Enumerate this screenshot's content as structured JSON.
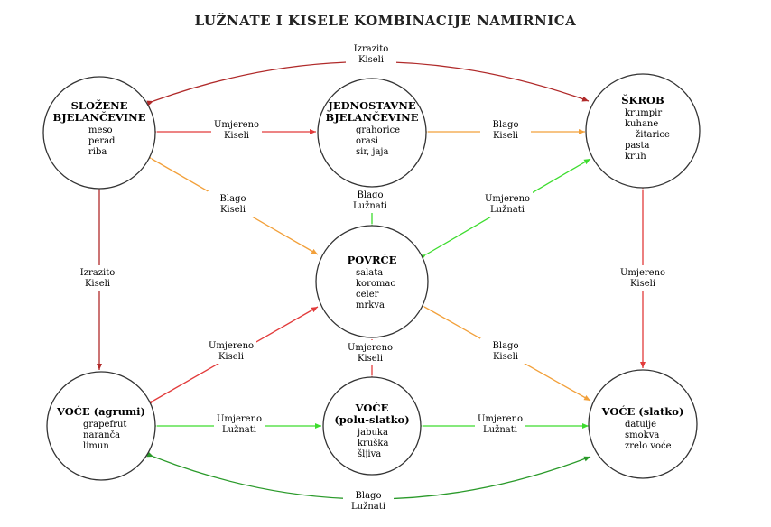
{
  "title": "LUŽNATE I KISELE KOMBINACIJE NAMIRNICA",
  "colors": {
    "red": "#e23b3b",
    "dark_red": "#b02a2a",
    "orange": "#f2a03a",
    "green": "#3ddc2e",
    "dark_green": "#2a9a2a"
  },
  "nodes": [
    {
      "id": "slozene",
      "title": [
        "SLOŽENE",
        "BJELANČEVINE"
      ],
      "items": [
        "meso",
        "perad",
        "riba"
      ]
    },
    {
      "id": "jednostavne",
      "title": [
        "JEDNOSTAVNE",
        "BJELANČEVINE"
      ],
      "items": [
        "grahorice",
        "orasi",
        "sir, jaja"
      ]
    },
    {
      "id": "skrob",
      "title": [
        "ŠKROB"
      ],
      "items": [
        "krumpir",
        "kuhane",
        "žitarice",
        "pasta",
        "kruh"
      ]
    },
    {
      "id": "povrce",
      "title": [
        "POVRĆE"
      ],
      "items": [
        "salata",
        "koromac",
        "celer",
        "mrkva"
      ]
    },
    {
      "id": "voce-agrumi",
      "title": [
        "VOĆE (agrumi)"
      ],
      "items": [
        "grapefrut",
        "naranča",
        "limun"
      ]
    },
    {
      "id": "voce-polu",
      "title": [
        "VOĆE",
        "(polu-slatko)"
      ],
      "items": [
        "jabuka",
        "kruška",
        "šljiva"
      ]
    },
    {
      "id": "voce-slatko",
      "title": [
        "VOĆE (slatko)"
      ],
      "items": [
        "datulje",
        "smokva",
        "zrelo voće"
      ]
    }
  ],
  "edges": [
    {
      "id": "slozene-skrob",
      "label": [
        "Izrazito",
        "Kiseli"
      ],
      "color": "dark_red"
    },
    {
      "id": "slozene-jednostavne",
      "label": [
        "Umjereno",
        "Kiseli"
      ],
      "color": "red"
    },
    {
      "id": "jednostavne-skrob",
      "label": [
        "Blago",
        "Kiseli"
      ],
      "color": "orange"
    },
    {
      "id": "slozene-povrce",
      "label": [
        "Blago",
        "Kiseli"
      ],
      "color": "orange"
    },
    {
      "id": "povrce-jednostavne",
      "label": [
        "Blago",
        "Lužnati"
      ],
      "color": "green"
    },
    {
      "id": "povrce-skrob",
      "label": [
        "Umjereno",
        "Lužnati"
      ],
      "color": "green"
    },
    {
      "id": "slozene-agrumi",
      "label": [
        "Izrazito",
        "Kiseli"
      ],
      "color": "dark_red"
    },
    {
      "id": "skrob-slatko",
      "label": [
        "Umjereno",
        "Kiseli"
      ],
      "color": "red"
    },
    {
      "id": "agrumi-povrce",
      "label": [
        "Umjereno",
        "Kiseli"
      ],
      "color": "red"
    },
    {
      "id": "polu-povrce",
      "label": [
        "Umjereno",
        "Kiseli"
      ],
      "color": "red"
    },
    {
      "id": "povrce-slatko",
      "label": [
        "Blago",
        "Kiseli"
      ],
      "color": "orange"
    },
    {
      "id": "agrumi-polu",
      "label": [
        "Umjereno",
        "Lužnati"
      ],
      "color": "green"
    },
    {
      "id": "polu-slatko",
      "label": [
        "Umjereno",
        "Lužnati"
      ],
      "color": "green"
    },
    {
      "id": "agrumi-slatko",
      "label": [
        "Blago",
        "Lužnati"
      ],
      "color": "dark_green"
    }
  ]
}
